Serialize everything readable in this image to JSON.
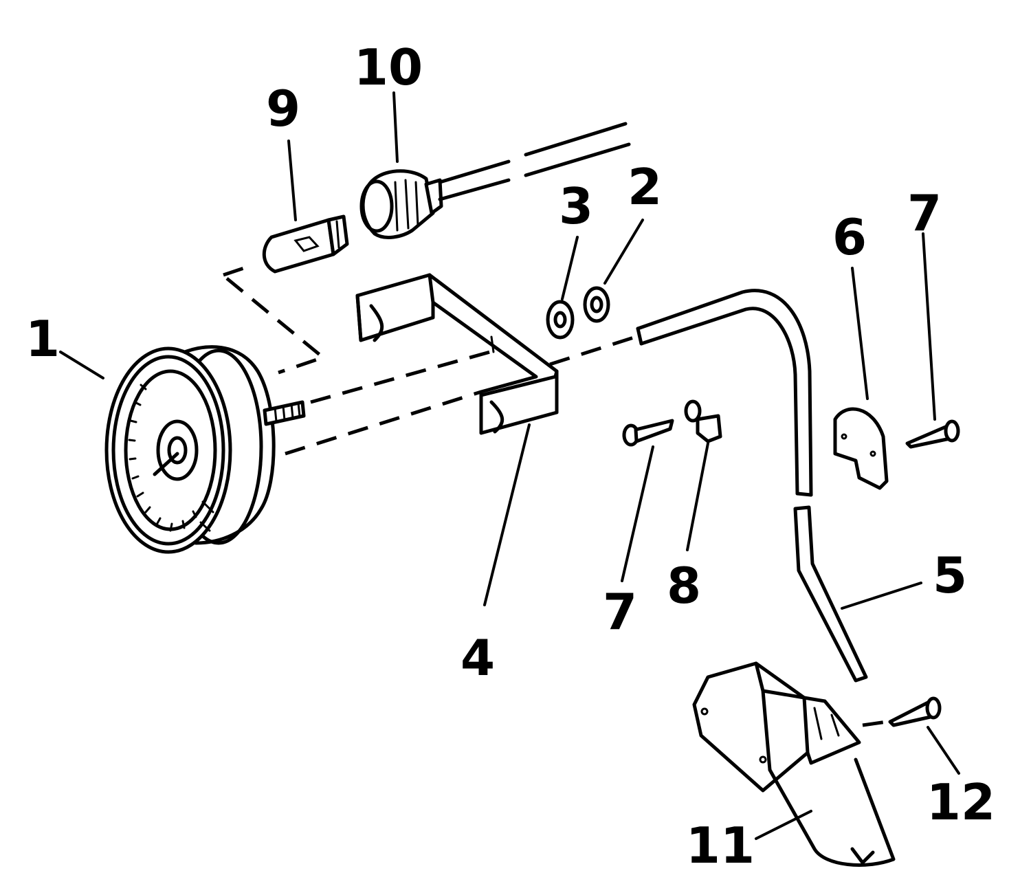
{
  "diagram": {
    "callouts": [
      {
        "id": "1",
        "label": "1"
      },
      {
        "id": "2",
        "label": "2"
      },
      {
        "id": "3",
        "label": "3"
      },
      {
        "id": "4",
        "label": "4"
      },
      {
        "id": "5",
        "label": "5"
      },
      {
        "id": "6",
        "label": "6"
      },
      {
        "id": "7a",
        "label": "7"
      },
      {
        "id": "7b",
        "label": "7"
      },
      {
        "id": "8",
        "label": "8"
      },
      {
        "id": "9",
        "label": "9"
      },
      {
        "id": "10",
        "label": "10"
      },
      {
        "id": "11",
        "label": "11"
      },
      {
        "id": "12",
        "label": "12"
      }
    ]
  }
}
